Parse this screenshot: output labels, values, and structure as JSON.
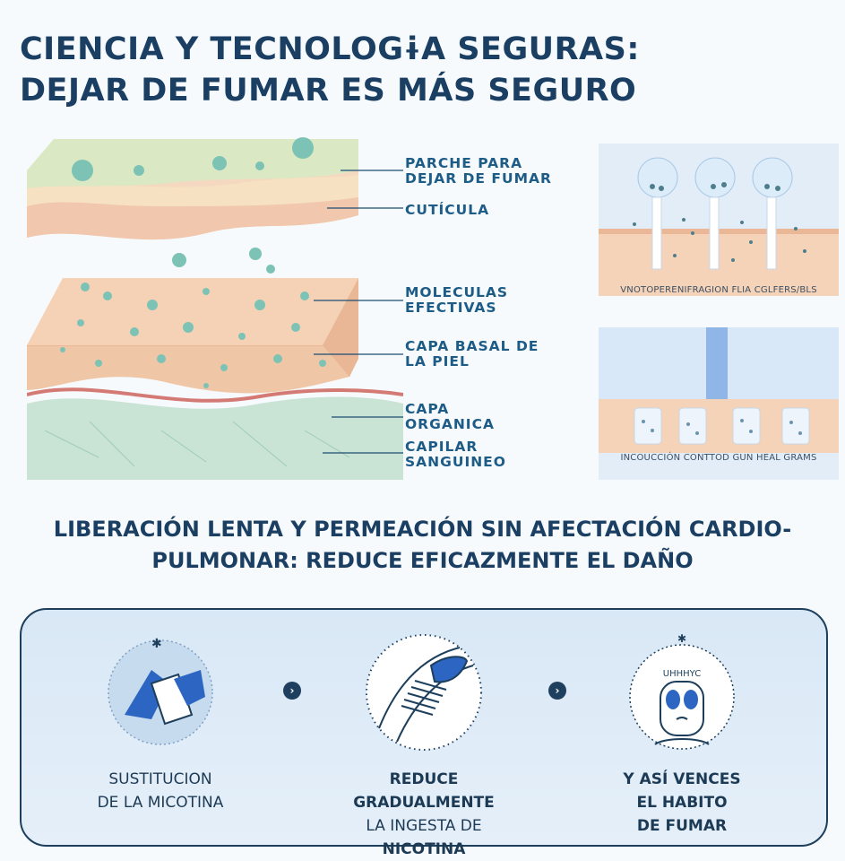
{
  "headline": {
    "line1": "CIENCIA Y TECNOLOGɨA SEGURAS:",
    "line2": "DEJAR DE FUMAR ES MÁS SEGURO"
  },
  "diagram": {
    "labels": [
      "PARCHE PARA\nDEJAR DE FUMAR",
      "CUTÍCULA",
      "MOLECULAS\nEFECTIVAS",
      "CAPA BASAL DE\nLA PIEL",
      "CAPA\nORGANICA",
      "CAPILAR\nSANGUINEO"
    ]
  },
  "panels": {
    "top_caption": "VNOTOPERENIFRAGION FLIA CGLFERS/BLS",
    "bottom_caption": "INCOUCCIÓN CONTTOD GUN HEAL GRAMS"
  },
  "subhead": {
    "line1": "LIBERACIÓN LENTA Y PERMEACIÓN SIN AFECTACIÓN CARDIO-",
    "line2": "PULMONAR: REDUCE EFICAZMENTE EL DAÑO"
  },
  "steps": [
    {
      "line1": "SUSTITUCION",
      "line2": "DE LA MICOTINA"
    },
    {
      "line1": "REDUCE GRADUALMENTE",
      "line2": "LA INGESTA DE",
      "line3": "NICOTINA"
    },
    {
      "line1": "Y ASÍ VENCES",
      "line2": "EL HABITO",
      "line3": "DE FUMAR"
    }
  ],
  "icon_text": "UHHHYC",
  "colors": {
    "title": "#1b3f63",
    "label": "#1d5c87",
    "molecule": "#7cc3b5",
    "skin": "#f2c9a8",
    "accent_blue": "#2d66c2"
  }
}
